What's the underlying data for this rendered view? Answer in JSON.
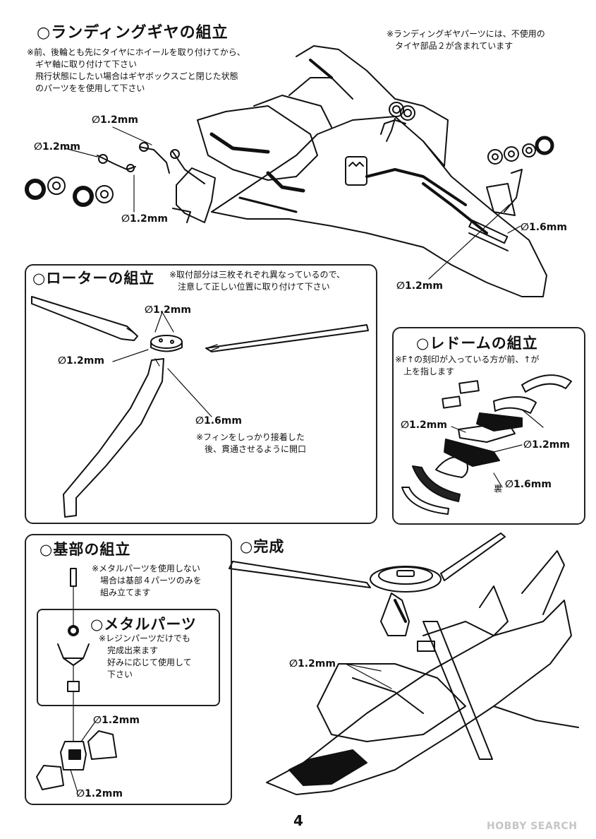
{
  "landing_gear": {
    "title": "○ランディングギヤの組立",
    "note": "※前、後輪とも先にタイヤにホイールを取り付けてから、\n　ギヤ軸に取り付けて下さい\n　飛行状態にしたい場合はギヤボックスごと閉じた状態\n　のパーツをを使用して下さい",
    "note_right": "※ランディングギヤパーツには、不使用の\n　タイヤ部品２が含まれています",
    "dims": [
      "∅1.2mm",
      "∅1.2mm",
      "∅1.2mm",
      "∅1.6mm",
      "∅1.2mm"
    ]
  },
  "rotor": {
    "title": "○ローターの組立",
    "note": "※取付部分は三枚それぞれ異なっているので、\n　注意して正しい位置に取り付けて下さい",
    "dims": [
      "∅1.2mm",
      "∅1.2mm",
      "∅1.6mm"
    ],
    "fin_note": "※フィンをしっかり接着した\n　後、貫通させるように開口"
  },
  "radome": {
    "title": "○レドームの組立",
    "note": "※F↑の刻印が入っている方が前、↑が\n　上を指します",
    "dims": [
      "∅1.2mm",
      "∅1.2mm",
      "∅1.6mm"
    ],
    "back_label": "裏"
  },
  "base": {
    "title": "○基部の組立",
    "note": "※メタルパーツを使用しない\n　場合は基部４パーツのみを\n　組み立てます",
    "dims": [
      "∅1.2mm",
      "∅1.2mm"
    ]
  },
  "metal": {
    "title": "○メタルパーツ",
    "note": "※レジンパーツだけでも\n　完成出来ます\n　好みに応じて使用して\n　下さい"
  },
  "complete": {
    "title": "○完成",
    "dim": "∅1.2mm"
  },
  "page_number": "4",
  "watermark": "HOBBY SEARCH"
}
